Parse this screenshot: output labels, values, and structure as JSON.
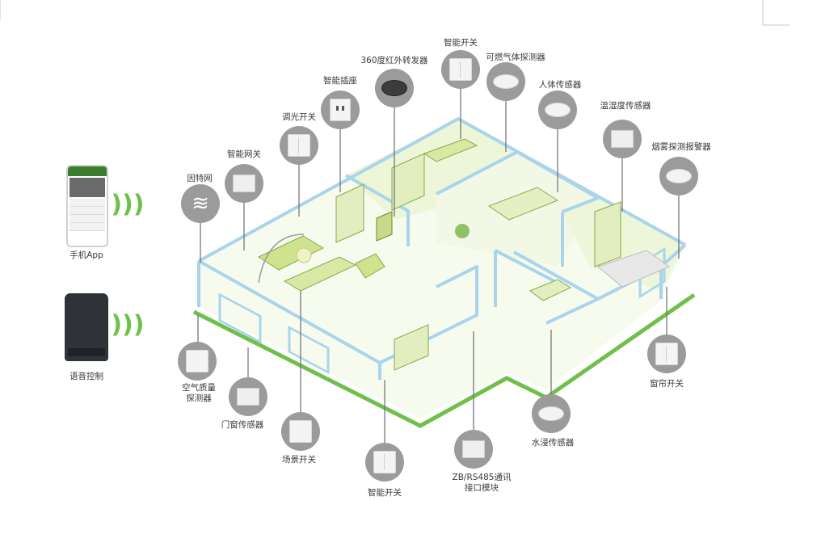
{
  "side_controls": {
    "app_label": "手机App",
    "voice_label": "语音控制"
  },
  "devices": {
    "internet": "因特网",
    "gateway": "智能网关",
    "dimmer": "调光开关",
    "socket": "智能插座",
    "ir_blaster": "360度红外转发器",
    "smart_switch_top": "智能开关",
    "gas_detector": "可燃气体探测器",
    "pir_sensor": "人体传感器",
    "temp_humidity": "温湿度传感器",
    "smoke_alarm": "烟雾探测报警器",
    "air_quality": "空气质量\n探测器",
    "door_sensor": "门窗传感器",
    "scene_switch": "场景开关",
    "smart_switch_bottom": "智能开关",
    "rs485_module": "ZB/RS485通讯\n接口模块",
    "water_sensor": "水浸传感器",
    "curtain_switch": "窗帘开关"
  },
  "colors": {
    "wall_outline": "#a9d4ec",
    "floor_green": "#6fc04a",
    "room_fill": "#eef6d9",
    "accent_green": "#cfe38e",
    "node_grey": "#9b9b9b"
  }
}
